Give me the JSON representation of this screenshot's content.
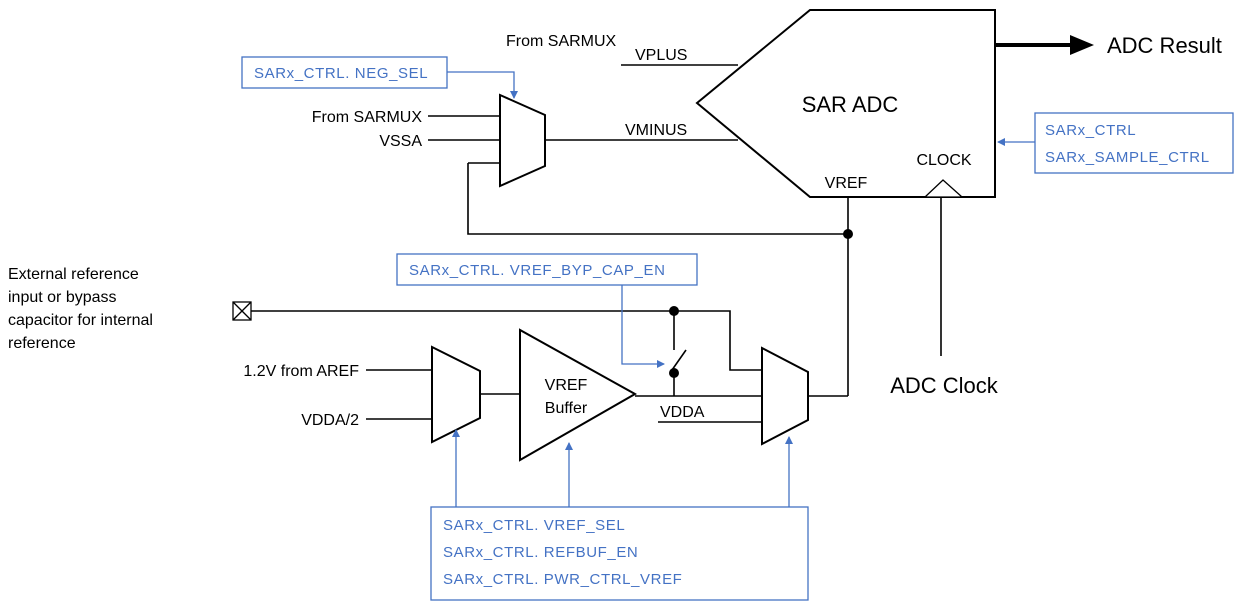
{
  "adc": {
    "title": "SAR ADC",
    "vplus": "VPLUS",
    "vminus": "VMINUS",
    "vref": "VREF",
    "clock": "CLOCK",
    "result": "ADC Result",
    "clock_input": "ADC Clock"
  },
  "inputs": {
    "from_sarmux_top": "From SARMUX",
    "from_sarmux_mid": "From SARMUX",
    "vssa": "VSSA",
    "aref": "1.2V from AREF",
    "vdda_half": "VDDA/2",
    "vdda": "VDDA",
    "ext_ref_line1": "External reference",
    "ext_ref_line2": "input or bypass",
    "ext_ref_line3": "capacitor for internal",
    "ext_ref_line4": "reference"
  },
  "buffer": {
    "line1": "VREF",
    "line2": "Buffer"
  },
  "registers": {
    "neg_sel": "SARx_CTRL. NEG_SEL",
    "ctrl": "SARx_CTRL",
    "sample_ctrl": "SARx_SAMPLE_CTRL",
    "vref_byp_cap_en": "SARx_CTRL. VREF_BYP_CAP_EN",
    "vref_sel": "SARx_CTRL. VREF_SEL",
    "refbuf_en": "SARx_CTRL. REFBUF_EN",
    "pwr_ctrl_vref": "SARx_CTRL. PWR_CTRL_VREF"
  },
  "colors": {
    "register": "#4472c4",
    "wire": "#000000"
  }
}
